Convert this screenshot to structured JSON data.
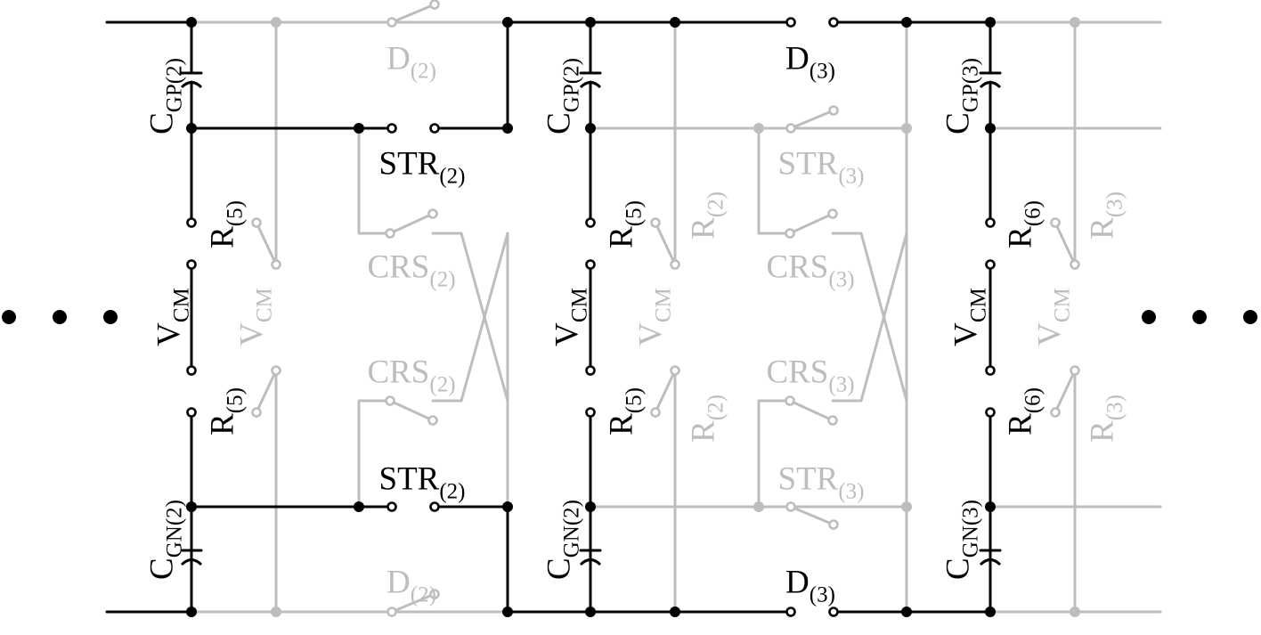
{
  "colors": {
    "active": "#000000",
    "inactive": "#bdbdbd",
    "background": "#ffffff"
  },
  "labels": {
    "cgp_left": {
      "main": "C",
      "sub": "GP(2)"
    },
    "cgn_left": {
      "main": "C",
      "sub": "GN(2)"
    },
    "cgp_mid": {
      "main": "C",
      "sub": "GP(2)"
    },
    "cgn_mid": {
      "main": "C",
      "sub": "GN(2)"
    },
    "cgp_right": {
      "main": "C",
      "sub": "GP(3)"
    },
    "cgn_right": {
      "main": "C",
      "sub": "GN(3)"
    },
    "d2_top": {
      "main": "D",
      "sub": "(2)"
    },
    "d2_bottom": {
      "main": "D",
      "sub": "(2)"
    },
    "d3_top": {
      "main": "D",
      "sub": "(3)"
    },
    "d3_bottom": {
      "main": "D",
      "sub": "(3)"
    },
    "str2_top": {
      "main": "STR",
      "sub": "(2)"
    },
    "str2_bottom": {
      "main": "STR",
      "sub": "(2)"
    },
    "str3_top": {
      "main": "STR",
      "sub": "(3)"
    },
    "str3_bottom": {
      "main": "STR",
      "sub": "(3)"
    },
    "crs2_top": {
      "main": "CRS",
      "sub": "(2)"
    },
    "crs2_bottom": {
      "main": "CRS",
      "sub": "(2)"
    },
    "crs3_top": {
      "main": "CRS",
      "sub": "(3)"
    },
    "crs3_bottom": {
      "main": "CRS",
      "sub": "(3)"
    },
    "r5_left_top": {
      "main": "R",
      "sub": "(5)"
    },
    "r5_left_bottom": {
      "main": "R",
      "sub": "(5)"
    },
    "r5_mid_top": {
      "main": "R",
      "sub": "(5)"
    },
    "r5_mid_bottom": {
      "main": "R",
      "sub": "(5)"
    },
    "r2_top": {
      "main": "R",
      "sub": "(2)"
    },
    "r2_bottom": {
      "main": "R",
      "sub": "(2)"
    },
    "r6_top": {
      "main": "R",
      "sub": "(6)"
    },
    "r6_bottom": {
      "main": "R",
      "sub": "(6)"
    },
    "r3_top": {
      "main": "R",
      "sub": "(3)"
    },
    "r3_bottom": {
      "main": "R",
      "sub": "(3)"
    },
    "vcm_left": {
      "main": "V",
      "sub": "CM"
    },
    "vcm_left_gray": {
      "main": "V",
      "sub": "CM"
    },
    "vcm_mid": {
      "main": "V",
      "sub": "CM"
    },
    "vcm_mid_gray": {
      "main": "V",
      "sub": "CM"
    },
    "vcm_right": {
      "main": "V",
      "sub": "CM"
    },
    "vcm_right_gray": {
      "main": "V",
      "sub": "CM"
    }
  }
}
